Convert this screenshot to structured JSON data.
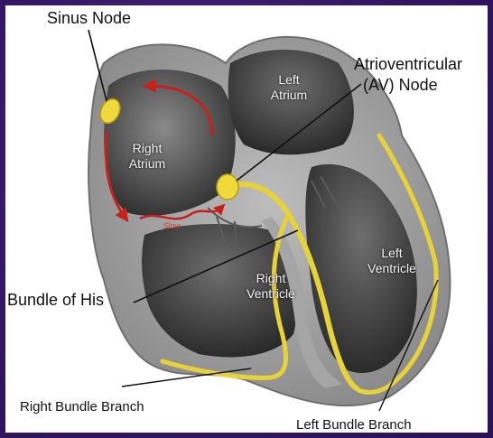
{
  "labels": {
    "sinus_node": "Sinus Node",
    "av_node_line1": "Atrioventricular",
    "av_node_line2": "(AV) Node",
    "bundle_of_his": "Bundle of His",
    "right_bundle_branch": "Right Bundle Branch",
    "left_bundle_branch": "Left Bundle Branch"
  },
  "chambers": {
    "left_atrium": [
      "Left",
      "Atrium"
    ],
    "right_atrium": [
      "Right",
      "Atrium"
    ],
    "right_ventricle": [
      "Right",
      "Ventricle"
    ],
    "left_ventricle": [
      "Left",
      "Ventricle"
    ]
  },
  "annotations": {
    "slow_path": "Slow"
  },
  "colors": {
    "background": "#341766",
    "label_panel": "#ffffff",
    "conduction": "#e8d23a",
    "arrow": "#c8201c",
    "heart_wall": "#9a9a9a",
    "heart_dark": "#3c3c3c"
  }
}
